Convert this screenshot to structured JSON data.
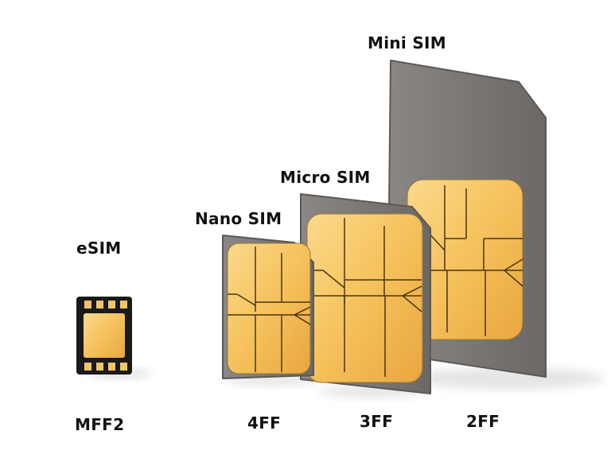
{
  "labels": {
    "mini": "Mini SIM",
    "micro": "Micro SIM",
    "nano": "Nano SIM",
    "esim": "eSIM",
    "mff2": "MFF2",
    "ff4": "4FF",
    "ff3": "3FF",
    "ff2": "2FF"
  },
  "colors": {
    "card_body": "#7b7876",
    "card_edge": "#5b5856",
    "chip_gold": "#f8c463",
    "chip_line": "#4a3512",
    "esim_body": "#1a1a1a"
  }
}
